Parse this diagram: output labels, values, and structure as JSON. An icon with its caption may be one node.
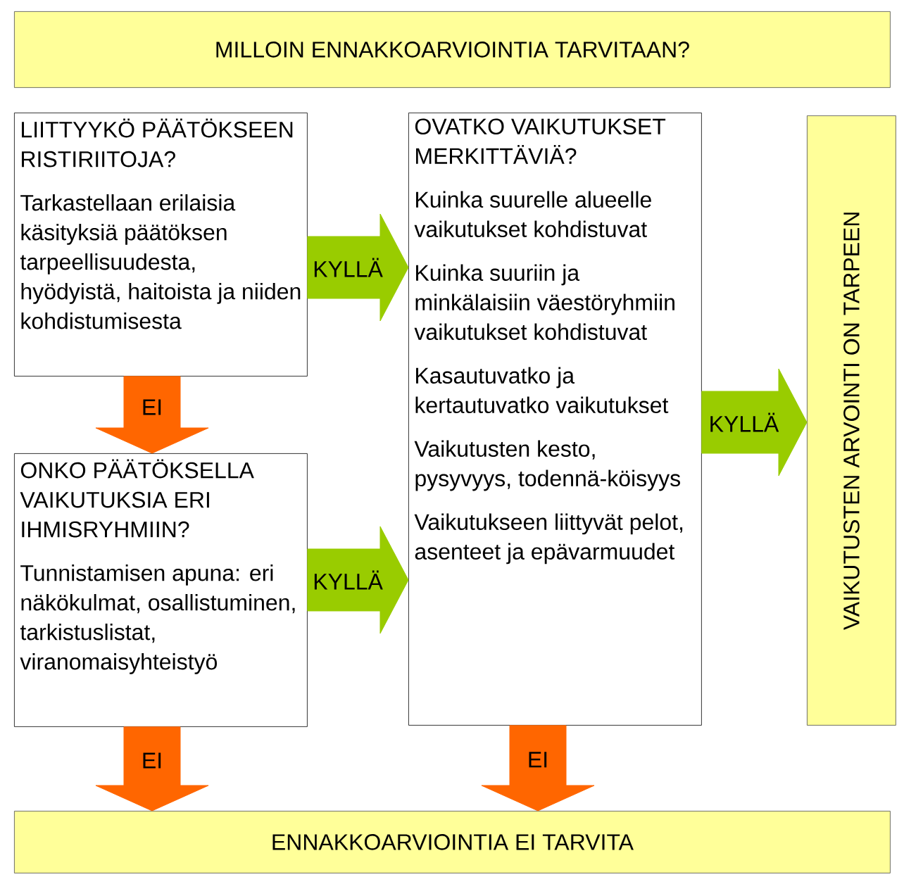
{
  "diagram": {
    "nodes": [
      {
        "text": [
          "MILLOIN ENNAKKOARVIOINTIA TARVITAAN?"
        ]
      },
      {
        "text": [
          "LIITTYYKÖ PÄÄTÖKSEEN RISTIRIITOJA?",
          "Tarkastellaan erilaisia käsityksiä päätöksen tarpeellisuudesta, hyödyistä, haitoista ja niiden kohdistumisesta"
        ]
      },
      {
        "text": [
          "OVATKO VAIKUTUKSET MERKITTÄVIÄ?",
          "Kuinka suurelle alueelle vaikutukset kohdistuvat",
          "Kuinka suuriin ja minkälaisiin väestöryhmiin vaikutukset kohdistuvat",
          "Kasautuvatko ja kertautuvatko vaikutukset",
          "Vaikutusten kesto, pysyvyys, todennä-köisyys",
          "Vaikutukseen liittyvät pelot, asenteet ja epävarmuudet"
        ]
      },
      {
        "text": [
          "VAIKUTUSTEN ARVOINTI ON TARPEEN"
        ]
      },
      {
        "text": [
          "ONKO PÄÄTÖKSELLA VAIKUTUKSIA ERI IHMISRYHMIIN?",
          "Tunnistamisen apuna: eri näkökulmat, osallistuminen, tarkistuslistat, viranomaisyhteistyö"
        ]
      },
      {
        "text": [
          "ENNAKKOARVIOINTIA EI TARVITA"
        ]
      }
    ],
    "edges": [
      {
        "from": 1,
        "to": 2,
        "arrow": "to",
        "label": "KYLLÄ",
        "color": "#99cc00"
      },
      {
        "from": 1,
        "to": 4,
        "arrow": "to",
        "label": "EI",
        "color": "#ff6600"
      },
      {
        "from": 4,
        "to": 2,
        "arrow": "to",
        "label": "KYLLÄ",
        "color": "#99cc00"
      },
      {
        "from": 2,
        "to": 3,
        "arrow": "to",
        "label": "KYLLÄ",
        "color": "#99cc00"
      },
      {
        "from": 4,
        "to": 5,
        "arrow": "to",
        "label": "EI",
        "color": "#ff6600"
      },
      {
        "from": 2,
        "to": 5,
        "arrow": "to",
        "label": "EI",
        "color": "#ff6600"
      }
    ]
  }
}
